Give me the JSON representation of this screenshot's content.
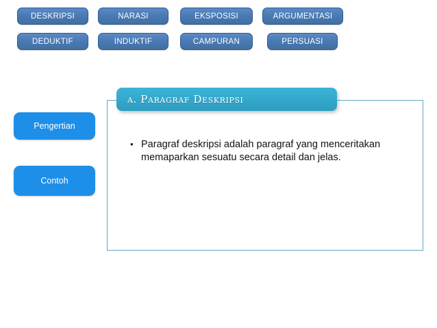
{
  "slide": {
    "background_color": "#ffffff",
    "nav_button_color": "#4A7AB5",
    "side_button_color": "#1E8FE8",
    "banner_color": "#33A8CC",
    "panel_border_color": "#5FA8BE"
  },
  "top_nav": {
    "row1": [
      {
        "label": "DESKRIPSI"
      },
      {
        "label": "NARASI"
      },
      {
        "label": "EKSPOSISI"
      },
      {
        "label": "ARGUMENTASI"
      }
    ],
    "row2": [
      {
        "label": "DEDUKTIF"
      },
      {
        "label": "INDUKTIF"
      },
      {
        "label": "CAMPURAN"
      },
      {
        "label": "PERSUASI"
      }
    ]
  },
  "side_nav": {
    "items": [
      {
        "label": "Pengertian"
      },
      {
        "label": "Contoh"
      }
    ]
  },
  "content": {
    "title": "a. Paragraf Deskripsi",
    "bullets": [
      "Paragraf deskripsi adalah paragraf yang menceritakan memaparkan sesuatu secara detail dan jelas."
    ]
  }
}
